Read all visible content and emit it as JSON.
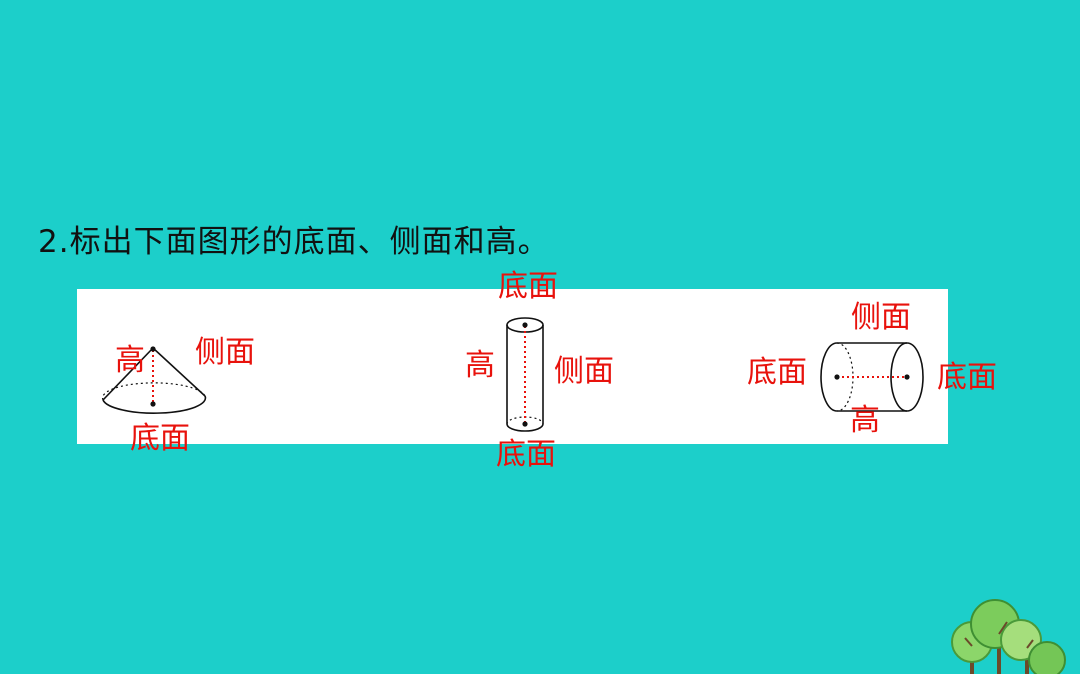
{
  "question": "2.标出下面图形的底面、侧面和高。",
  "figures": {
    "cone": {
      "height_label": "高",
      "lateral_label": "侧面",
      "base_label": "底面"
    },
    "tall_cylinder": {
      "top_base_label": "底面",
      "height_label": "高",
      "lateral_label": "侧面",
      "bottom_base_label": "底面"
    },
    "lying_cylinder": {
      "lateral_label": "侧面",
      "left_base_label": "底面",
      "right_base_label": "底面",
      "height_label": "高"
    }
  },
  "colors": {
    "background": "#1ccfca",
    "label": "#e8120c",
    "panel": "#ffffff",
    "text": "#111111"
  },
  "icons": [
    "tree-decoration"
  ]
}
